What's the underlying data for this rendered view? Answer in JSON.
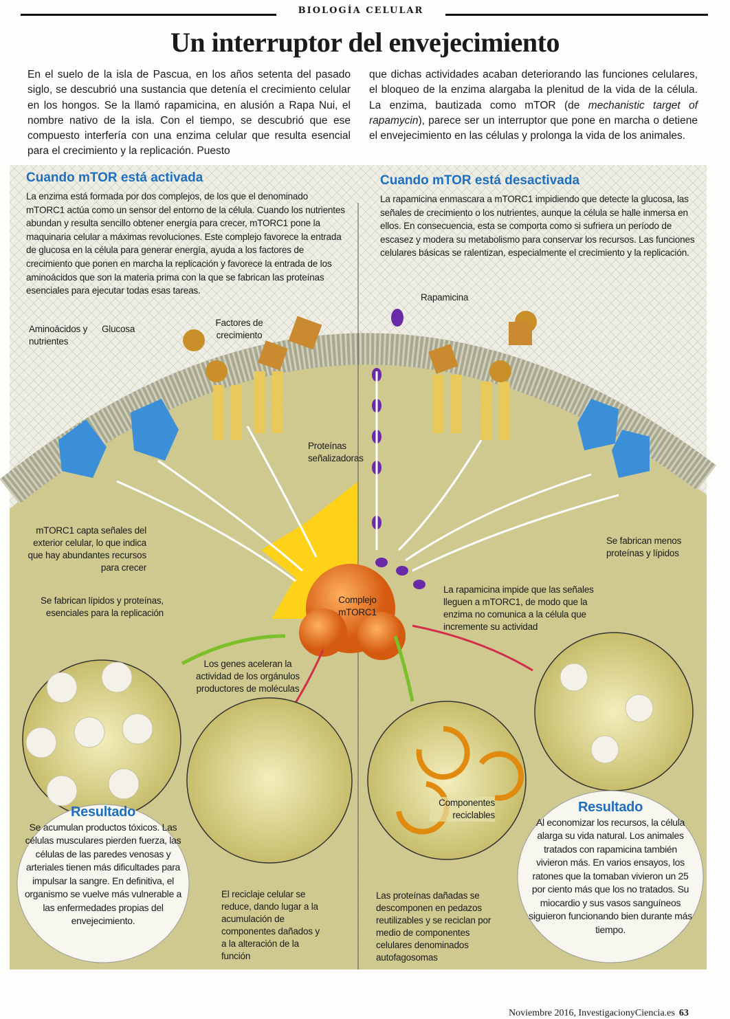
{
  "header": {
    "section": "BIOLOGÍA CELULAR",
    "title": "Un interruptor del envejecimiento"
  },
  "intro": {
    "col1": "En el suelo de la isla de Pascua, en los años setenta del pasado siglo, se descubrió una sustancia que detenía el crecimiento celular en los hongos. Se la llamó rapamicina, en alusión a Rapa Nui, el nombre nativo de la isla. Con el tiempo, se descubrió que ese compuesto interfería con una enzima celular que resulta esencial para el crecimiento y la replicación. Puesto",
    "col2_a": "que dichas actividades acaban deteriorando las funciones celulares, el bloqueo de la enzima alargaba la plenitud de la vida de la célula. La enzima, bautizada como mTOR (de ",
    "col2_italic": "mechanistic target of rapamycin",
    "col2_b": "), parece ser un interruptor que pone en marcha o detiene el envejecimiento en las células y prolonga la vida de los animales."
  },
  "left": {
    "heading": "Cuando mTOR está activada",
    "text": "La enzima está formada por dos complejos, de los que el denominado mTORC1 actúa como un sensor del entorno de la célula. Cuando los nutrientes abundan y resulta sencillo obtener energía para crecer, mTORC1 pone la maquinaria celular a máximas revoluciones. Este complejo favorece la entrada de glucosa en la célula para generar energía, ayuda a los factores de crecimiento que ponen en marcha la replicación y favorece la entrada de los aminoácidos que son la materia prima con la que se fabrican las proteínas esenciales para ejecutar todas esas tareas.",
    "labels": {
      "amino": "Aminoácidos y nutrientes",
      "glucosa": "Glucosa",
      "factores": "Factores de crecimiento",
      "proteinas": "Proteínas señalizadoras",
      "mtorc1_capta": "mTORC1 capta señales del exterior celular, lo que indica que hay abundantes recursos para crecer",
      "lipidos": "Se fabrican lípidos y proteínas, esenciales para la replicación",
      "genes": "Los genes aceleran la actividad de los orgánulos productores de moléculas",
      "reciclaje": "El reciclaje celular se reduce, dando lugar a la acumulación de componentes dañados y a la alteración de la función"
    },
    "result": {
      "heading": "Resultado",
      "text": "Se acumulan productos tóxicos. Las células musculares pierden fuerza, las células de las paredes venosas y arteriales tienen más dificultades para impulsar la sangre. En definitiva, el organismo se vuelve más vulnerable a las enfermedades propias del envejecimiento."
    }
  },
  "center": {
    "complex": "Complejo mTORC1"
  },
  "right": {
    "heading": "Cuando mTOR está desactivada",
    "text": "La rapamicina enmascara a mTORC1 impidiendo que detecte la glucosa, las señales de crecimiento o los nutrientes, aunque la célula se halle inmersa en ellos. En consecuencia, esta se comporta como si sufriera un período de escasez y modera su metabolismo para conservar los recursos. Las funciones celulares básicas se ralentizan, especialmente el crecimiento y la replicación.",
    "labels": {
      "rapamicina": "Rapamicina",
      "menos": "Se fabrican menos proteínas y lípidos",
      "impide": "La rapamicina impide que las señales lleguen a mTORC1, de modo que la enzima no comunica a la célula que incremente su actividad",
      "componentes": "Componentes reciclables",
      "dañadas": "Las proteínas dañadas se descomponen en pedazos reutilizables y se reciclan por medio de componentes celulares denominados autofagosomas"
    },
    "result": {
      "heading": "Resultado",
      "text": "Al economizar los recursos, la célula alarga su vida natural. Los animales tratados con rapamicina también vivieron más. En varios ensayos, los ratones que la tomaban vivieron un 25 por ciento más que los no tratados. Su miocardio y sus vasos sanguíneos siguieron funcionando bien durante más tiempo."
    }
  },
  "footer": {
    "issue": "Noviembre 2016, InvestigacionyCiencia.es",
    "page": "63"
  },
  "colors": {
    "accent": "#1e6fc0",
    "cytoplasm": "#c9c384",
    "membrane": "#a9a98f",
    "mtorc1": "#e8701a"
  }
}
